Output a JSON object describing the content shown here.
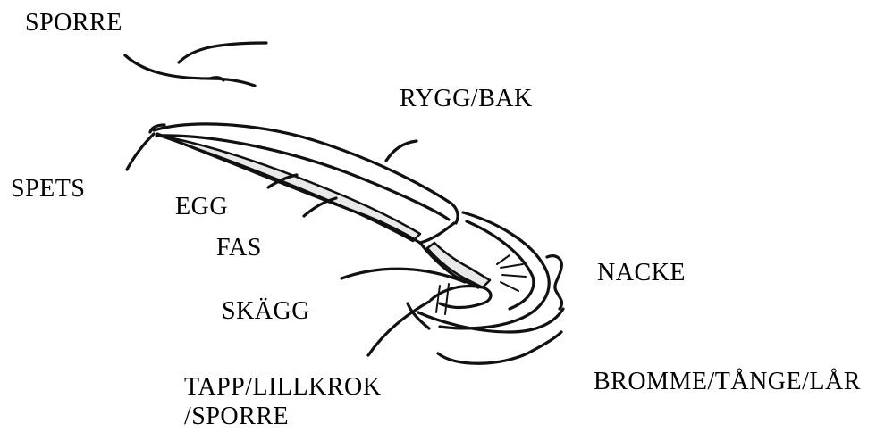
{
  "labels": {
    "sporre": "SPORRE",
    "rygg_bak": "RYGG/BAK",
    "spets": "SPETS",
    "egg": "EGG",
    "fas": "FAS",
    "nacke": "NACKE",
    "skagg": "SKÄGG",
    "tapp_line1": "TAPP/LILLKROK",
    "tapp_line2": "/SPORRE",
    "bromme": "BROMME/TÅNGE/LÅR"
  },
  "colors": {
    "ink": "#111111",
    "bevel_fill": "#e8e8e8",
    "background": "#ffffff"
  }
}
